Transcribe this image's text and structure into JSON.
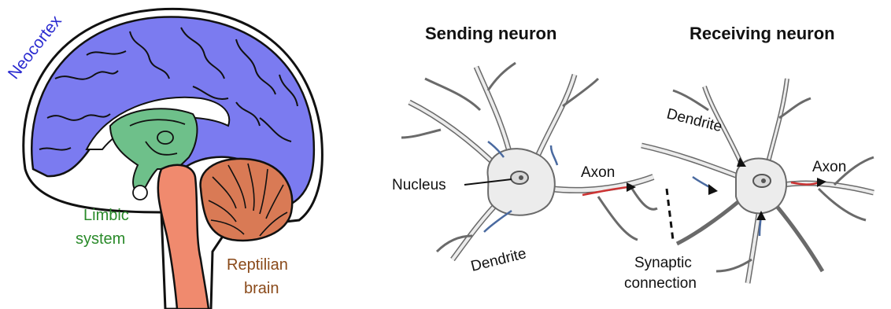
{
  "brain": {
    "neocortex_label": "Neocortex",
    "limbic_label_line1": "Limbic",
    "limbic_label_line2": "system",
    "reptilian_label_line1": "Reptilian",
    "reptilian_label_line2": "brain"
  },
  "neurons": {
    "sending_title": "Sending neuron",
    "receiving_title": "Receiving neuron",
    "nucleus_label": "Nucleus",
    "axon_label_left": "Axon",
    "axon_label_right": "Axon",
    "dendrite_label_bottom": "Dendrite",
    "dendrite_label_top": "Dendrite",
    "synaptic_label_line1": "Synaptic",
    "synaptic_label_line2": "connection"
  },
  "colors": {
    "neocortex": "#7b7bf0",
    "limbic": "#6ec08a",
    "reptilian_stem": "#f08a6e",
    "cerebellum": "#d97a55",
    "neocortex_text": "#2a2ad0",
    "limbic_text": "#2a8a2a",
    "reptilian_text": "#8a4a1a",
    "neuron_fill": "#ececec",
    "neuron_outline": "#6a6a6a",
    "axon_red": "#cc3333",
    "arrow_blue": "#4a6aa0"
  }
}
